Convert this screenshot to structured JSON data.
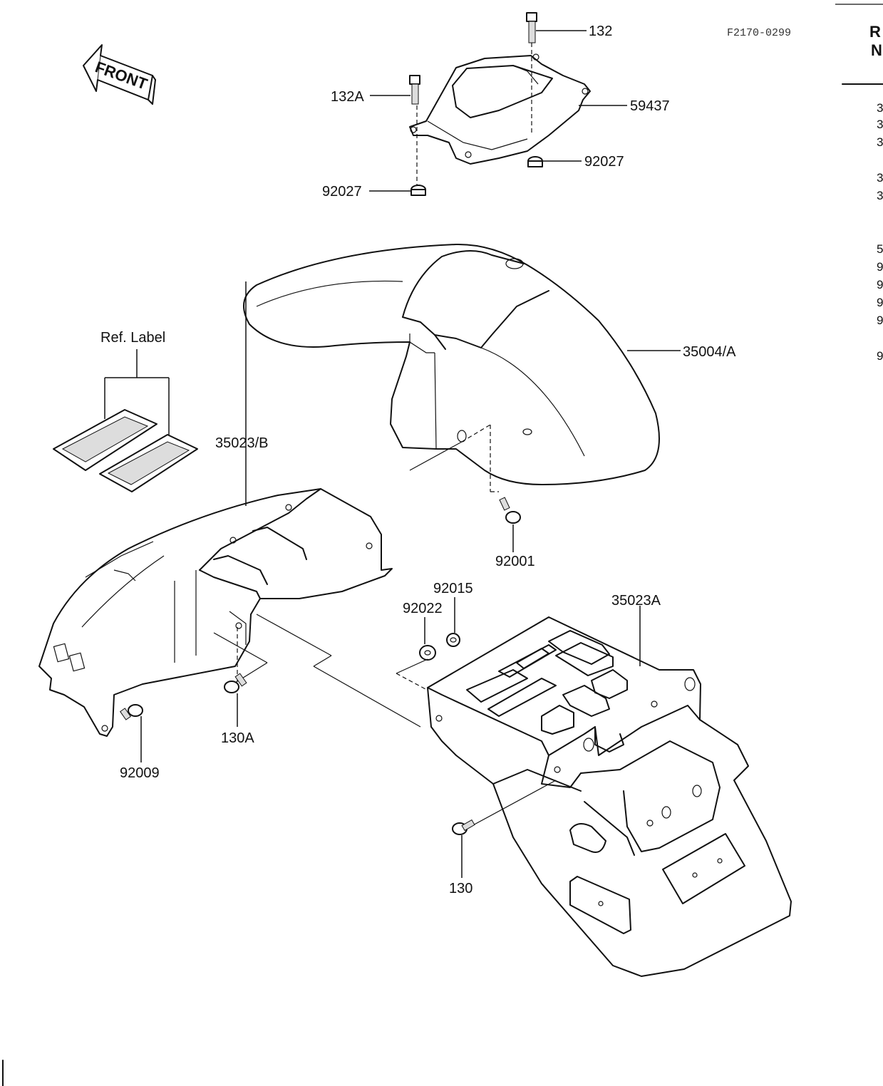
{
  "figure_code": "F2170-0299",
  "front_arrow": {
    "label": "FRONT",
    "icon": "front-arrow-icon"
  },
  "ref_label": {
    "text": "Ref. Label"
  },
  "callouts": {
    "p132": "132",
    "p132A": "132A",
    "p59437": "59437",
    "p92027_right": "92027",
    "p92027_left": "92027",
    "p35004A": "35004/A",
    "p35023B": "35023/B",
    "p92001": "92001",
    "p92015": "92015",
    "p92022": "92022",
    "p35023A": "35023A",
    "p130A": "130A",
    "p92009": "92009",
    "p130": "130"
  },
  "side_column": {
    "header_line1": "R",
    "header_line2": "N",
    "digits": [
      "3",
      "3",
      "3",
      "3",
      "3",
      "5",
      "9",
      "9",
      "9",
      "9",
      "9"
    ]
  }
}
